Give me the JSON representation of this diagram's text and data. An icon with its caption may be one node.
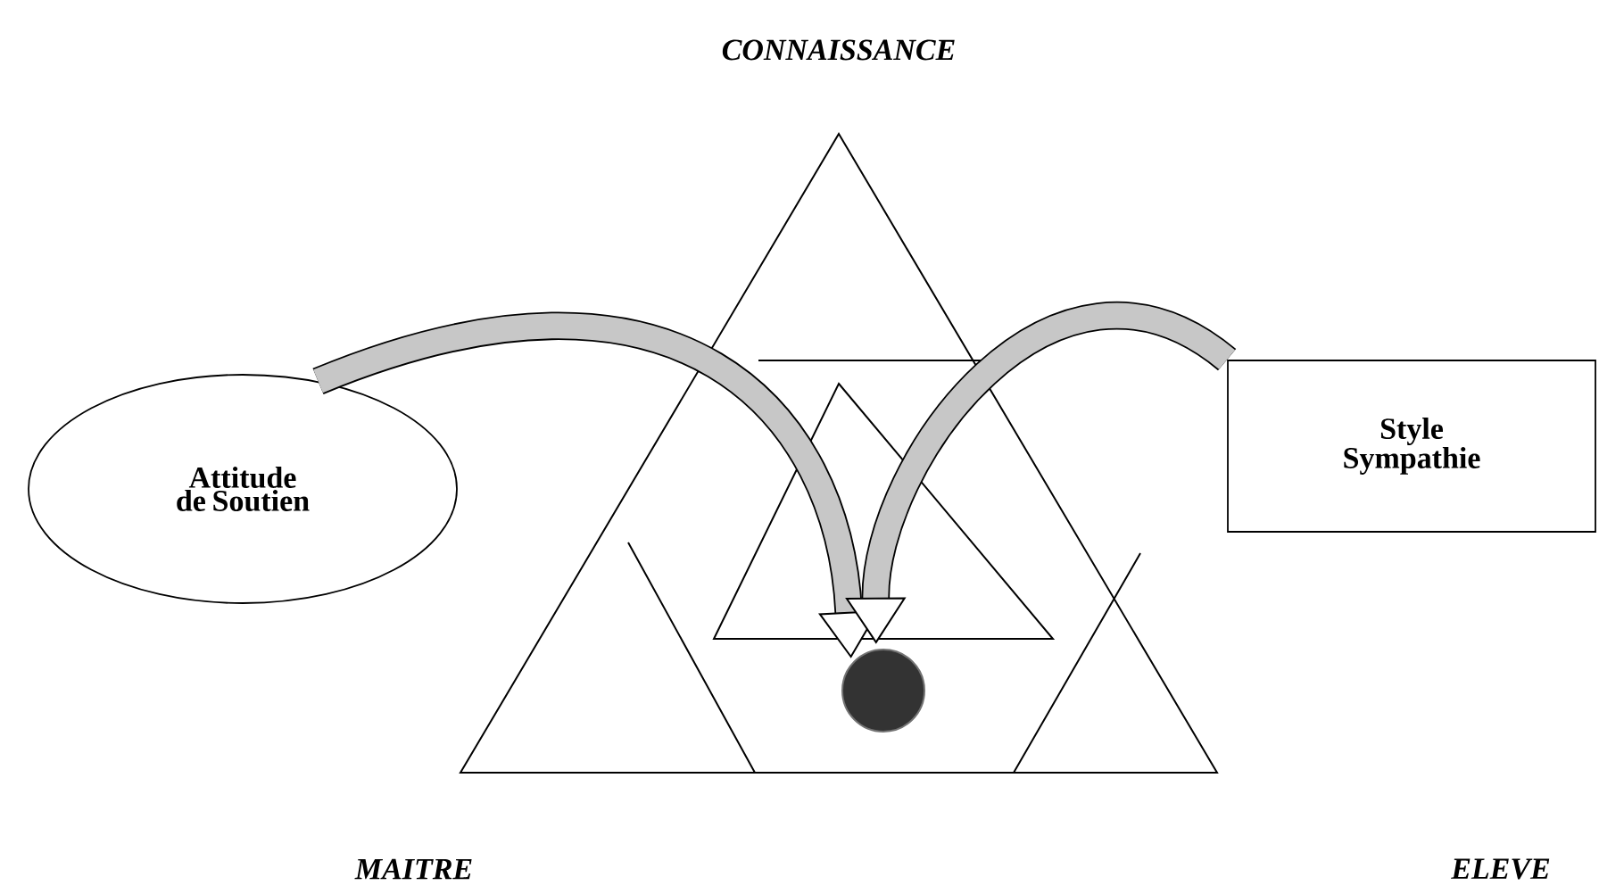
{
  "diagram": {
    "nodes": [
      {
        "text": [
          "Attitude de Soutien"
        ]
      },
      {
        "text": [
          "Style Sympathie"
        ]
      },
      {
        "text": [],
        "shape": "circle"
      }
    ],
    "edges": [
      {
        "from": 0,
        "to": 2,
        "arrow": "to"
      },
      {
        "from": 1,
        "to": 2,
        "arrow": "to"
      }
    ],
    "labels": [
      "CONNAISSANCE",
      "MAITRE",
      "ELEVE"
    ]
  }
}
